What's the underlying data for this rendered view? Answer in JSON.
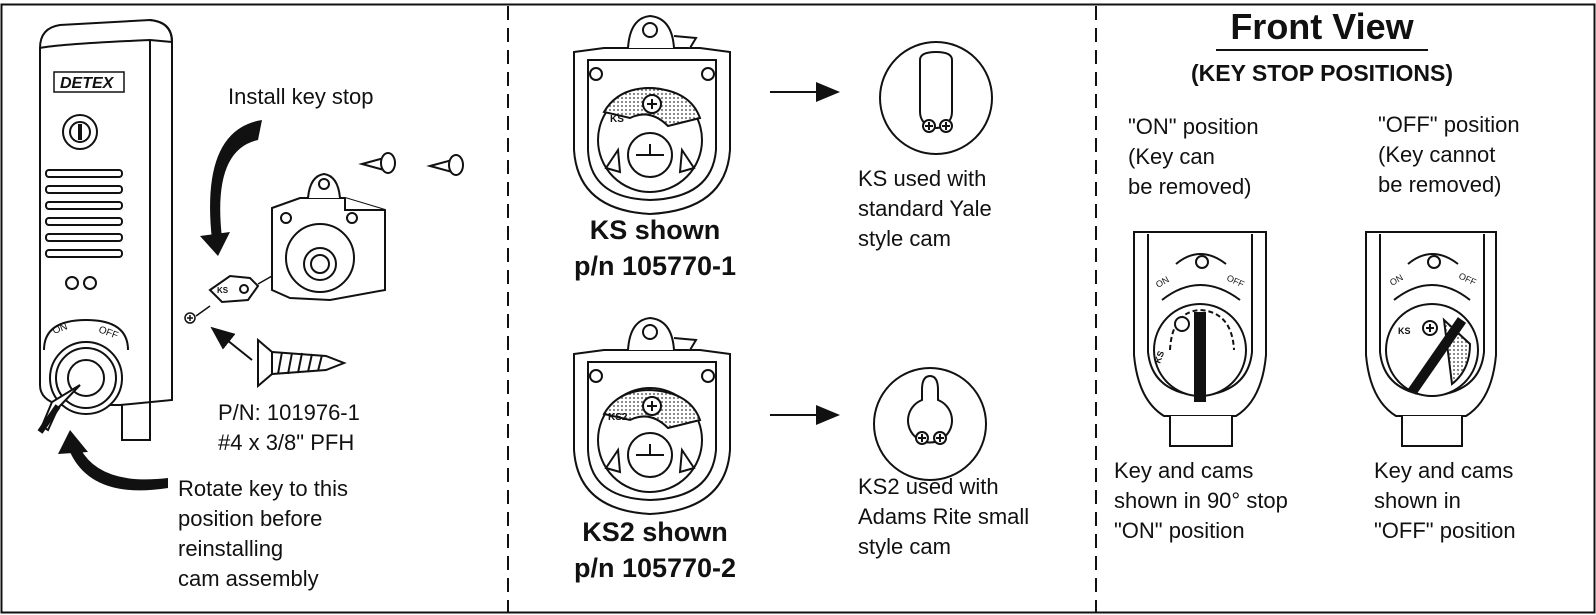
{
  "brand": {
    "logo_text": "DETEX"
  },
  "panel1": {
    "install_label": "Install key stop",
    "switch_on": "ON",
    "switch_off": "OFF",
    "keystop_label": "KS",
    "screw_pn": "P/N: 101976-1",
    "screw_size": "#4 x 3/8\" PFH",
    "rotate_lines": [
      "Rotate key to this",
      "position before",
      "reinstalling",
      "cam assembly"
    ]
  },
  "panel2": {
    "ks": {
      "badge": "KS",
      "title": "KS shown",
      "pn": "p/n 105770-1",
      "desc_lines": [
        "KS used with",
        "standard Yale",
        "style cam"
      ]
    },
    "ks2": {
      "badge": "KS2",
      "title": "KS2 shown",
      "pn": "p/n 105770-2",
      "desc_lines": [
        "KS2 used with",
        "Adams Rite small",
        "style cam"
      ]
    }
  },
  "panel3": {
    "title": "Front View",
    "subtitle": "(KEY STOP POSITIONS)",
    "on_header": [
      "\"ON\" position",
      "(Key can",
      "be removed)"
    ],
    "off_header": [
      "\"OFF\" position",
      "(Key cannot",
      "be removed)"
    ],
    "on_caption": [
      "Key and cams",
      "shown in 90° stop",
      "\"ON\" position"
    ],
    "off_caption": [
      "Key and cams",
      "shown in",
      "\"OFF\" position"
    ],
    "dial_on": "ON",
    "dial_off": "OFF",
    "ks_badge": "KS"
  }
}
